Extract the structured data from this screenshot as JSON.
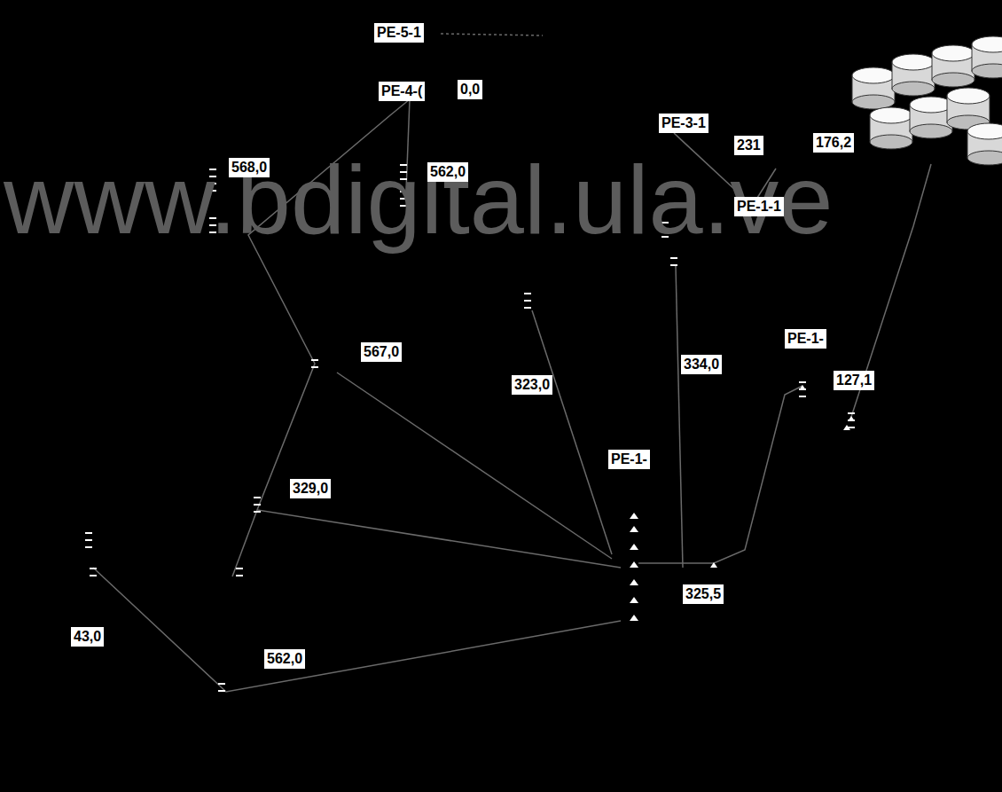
{
  "diagram": {
    "nodes": [
      {
        "text": [
          "PE-5-1"
        ]
      },
      {
        "text": [
          "PE-4-("
        ]
      },
      {
        "text": [
          "0,0"
        ]
      },
      {
        "text": [
          "PE-3-1"
        ]
      },
      {
        "text": [
          "231"
        ]
      },
      {
        "text": [
          "176,2"
        ]
      },
      {
        "text": [
          "PE-1-1"
        ]
      },
      {
        "text": [
          "568,0"
        ]
      },
      {
        "text": [
          "562,0"
        ]
      },
      {
        "text": [
          "567,0"
        ]
      },
      {
        "text": [
          "323,0"
        ]
      },
      {
        "text": [
          "334,0"
        ]
      },
      {
        "text": [
          "PE-1-"
        ]
      },
      {
        "text": [
          "127,1"
        ]
      },
      {
        "text": [
          "PE-1-"
        ]
      },
      {
        "text": [
          "329,0"
        ]
      },
      {
        "text": [
          "325,5"
        ]
      },
      {
        "text": [
          "43,0"
        ]
      },
      {
        "text": [
          "562,0"
        ]
      }
    ],
    "labels": [
      "www.bdigital.ula.ve"
    ]
  }
}
